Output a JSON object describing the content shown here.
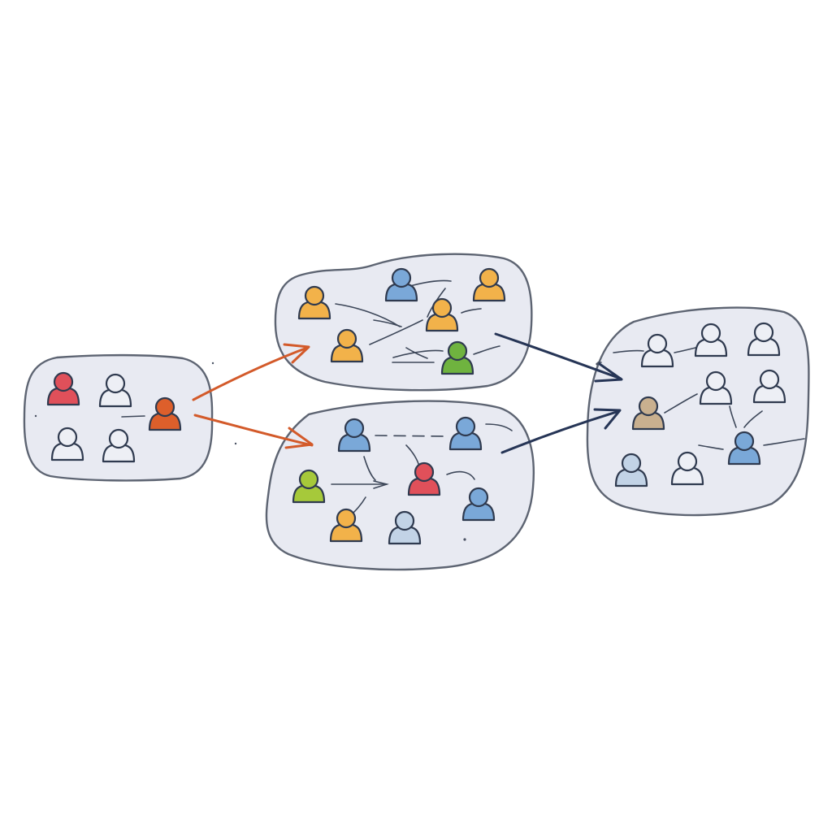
{
  "colors": {
    "background": "#ffffff",
    "group_fill": "#e8eaf2",
    "group_outline": "#5d6472",
    "icon_outline": "#2f3a4f",
    "link": "#3d4759",
    "arrow_orange": "#d35a2a",
    "arrow_navy": "#263556"
  },
  "person_colors": {
    "red": "#e0505a",
    "outline-only": "#edeff5",
    "orange": "#dd5f2b",
    "amber": "#f2b24a",
    "blue": "#7aa8d8",
    "green": "#6fb33f",
    "lime": "#a6c93a",
    "light-blue": "#c2d3e6",
    "tan": "#c9b08f"
  },
  "groups": [
    {
      "id": "source-group",
      "people": [
        "red",
        "outline-only",
        "orange",
        "outline-only",
        "outline-only"
      ]
    },
    {
      "id": "upper-middle-group",
      "people": [
        "amber",
        "blue",
        "amber",
        "amber",
        "amber",
        "green"
      ]
    },
    {
      "id": "lower-middle-group",
      "people": [
        "blue",
        "blue",
        "lime",
        "red",
        "blue",
        "amber",
        "light-blue"
      ]
    },
    {
      "id": "merged-group",
      "people": [
        "outline-only",
        "outline-only",
        "outline-only",
        "outline-only",
        "outline-only",
        "tan",
        "blue",
        "light-blue",
        "outline-only"
      ]
    }
  ],
  "arrows": [
    {
      "from": "source-group",
      "to": "upper-middle-group",
      "color": "arrow_orange"
    },
    {
      "from": "source-group",
      "to": "lower-middle-group",
      "color": "arrow_orange"
    },
    {
      "from": "upper-middle-group",
      "to": "merged-group",
      "color": "arrow_navy"
    },
    {
      "from": "lower-middle-group",
      "to": "merged-group",
      "color": "arrow_navy"
    }
  ]
}
